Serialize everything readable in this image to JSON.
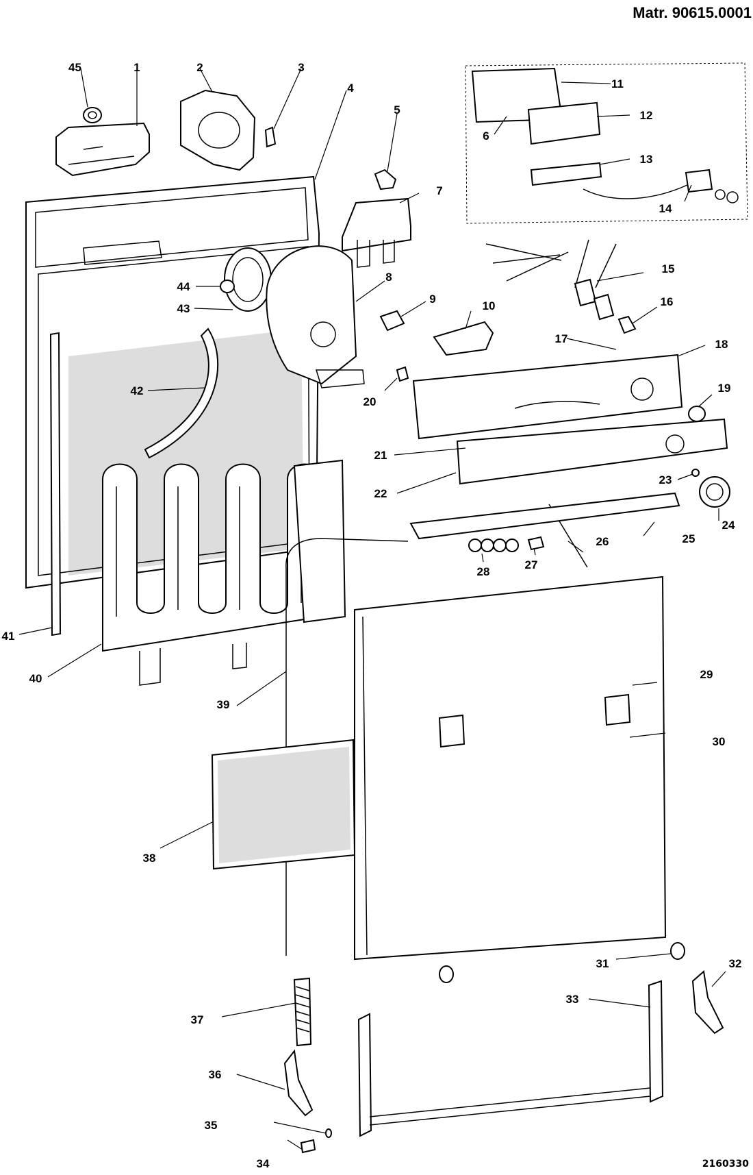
{
  "header": {
    "material_code": "Matr. 90615.0001"
  },
  "footer": {
    "drawing_number": "2160330"
  },
  "callouts": [
    {
      "id": "45",
      "label": "45"
    },
    {
      "id": "1",
      "label": "1"
    },
    {
      "id": "2",
      "label": "2"
    },
    {
      "id": "3",
      "label": "3"
    },
    {
      "id": "4",
      "label": "4"
    },
    {
      "id": "5",
      "label": "5"
    },
    {
      "id": "6",
      "label": "6"
    },
    {
      "id": "7",
      "label": "7"
    },
    {
      "id": "8",
      "label": "8"
    },
    {
      "id": "9",
      "label": "9"
    },
    {
      "id": "10",
      "label": "10"
    },
    {
      "id": "11",
      "label": "11"
    },
    {
      "id": "12",
      "label": "12"
    },
    {
      "id": "13",
      "label": "13"
    },
    {
      "id": "14",
      "label": "14"
    },
    {
      "id": "15",
      "label": "15"
    },
    {
      "id": "16",
      "label": "16"
    },
    {
      "id": "17",
      "label": "17"
    },
    {
      "id": "18",
      "label": "18"
    },
    {
      "id": "19",
      "label": "19"
    },
    {
      "id": "20",
      "label": "20"
    },
    {
      "id": "21",
      "label": "21"
    },
    {
      "id": "22",
      "label": "22"
    },
    {
      "id": "23",
      "label": "23"
    },
    {
      "id": "24",
      "label": "24"
    },
    {
      "id": "25",
      "label": "25"
    },
    {
      "id": "26",
      "label": "26"
    },
    {
      "id": "27",
      "label": "27"
    },
    {
      "id": "28",
      "label": "28"
    },
    {
      "id": "29",
      "label": "29"
    },
    {
      "id": "30",
      "label": "30"
    },
    {
      "id": "31",
      "label": "31"
    },
    {
      "id": "32",
      "label": "32"
    },
    {
      "id": "33",
      "label": "33"
    },
    {
      "id": "34",
      "label": "34"
    },
    {
      "id": "35",
      "label": "35"
    },
    {
      "id": "36",
      "label": "36"
    },
    {
      "id": "37",
      "label": "37"
    },
    {
      "id": "38",
      "label": "38"
    },
    {
      "id": "39",
      "label": "39"
    },
    {
      "id": "40",
      "label": "40"
    },
    {
      "id": "41",
      "label": "41"
    },
    {
      "id": "42",
      "label": "42"
    },
    {
      "id": "43",
      "label": "43"
    },
    {
      "id": "44",
      "label": "44"
    }
  ]
}
